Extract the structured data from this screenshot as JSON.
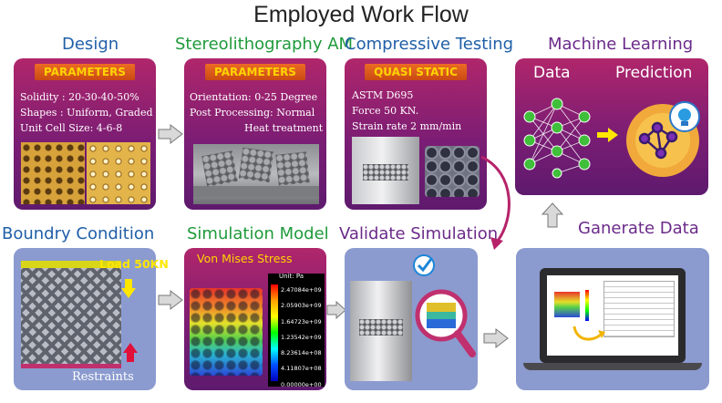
{
  "title": "Employed Work Flow",
  "colors": {
    "blue_title": "#1f5fa8",
    "green_title": "#1f9a3a",
    "purple_title": "#6b2a8a",
    "badge_text": "#ffd400",
    "red": "#e0103a"
  },
  "sections": {
    "design": {
      "title": "Design",
      "badge": "PARAMETERS",
      "lines": [
        "Solidity : 20-30-40-50%",
        "Shapes : Uniform, Graded",
        "Unit Cell Size: 4-6-8"
      ]
    },
    "sla": {
      "title": "Stereolithography AM",
      "badge": "PARAMETERS",
      "lines": [
        "Orientation: 0-25 Degree",
        "Post Processing:  Normal",
        "Heat treatment"
      ]
    },
    "compressive": {
      "title": "Compressive Testing",
      "badge": "QUASI STATIC",
      "lines": [
        "ASTM D695",
        "Force 50 KN.",
        "Strain rate 2 mm/min"
      ]
    },
    "ml": {
      "title": "Machine Learning",
      "data_label": "Data",
      "prediction_label": "Prediction"
    },
    "boundary": {
      "title": "Boundry Condition",
      "load_label": "Load 50KN",
      "restraints_label": "Restraints"
    },
    "simulation": {
      "title": "Simulation Model",
      "subtitle": "Von Mises Stress",
      "unit": "Unit: Pa",
      "scale": [
        "2.47084e+09",
        "2.05903e+09",
        "1.64723e+09",
        "1.23542e+09",
        "8.23614e+08",
        "4.11807e+08",
        "0.00000e+00"
      ]
    },
    "validate": {
      "title": "Validate Simulation"
    },
    "generate": {
      "title": "Ganerate Data"
    }
  }
}
